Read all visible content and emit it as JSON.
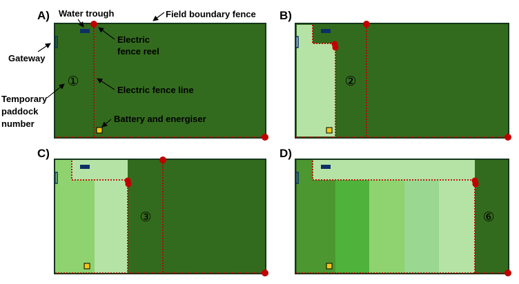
{
  "colors": {
    "dark_green": "#336b1e",
    "light_green": "#b5e3a6",
    "mid_green": "#8ed36f",
    "bright_green": "#4fb33b",
    "sage_green": "#9ad790",
    "medium_green": "#4c972f",
    "fence_red": "#c00000",
    "trough_blue": "#0d2f66",
    "energiser_yellow": "#f5c518"
  },
  "panels": [
    {
      "letter": "A)",
      "paddock_number": "①"
    },
    {
      "letter": "B)",
      "paddock_number": "②"
    },
    {
      "letter": "C)",
      "paddock_number": "③"
    },
    {
      "letter": "D)",
      "paddock_number": "⑥"
    }
  ],
  "labels": {
    "water_trough": "Water trough",
    "field_boundary_fence": "Field boundary fence",
    "electric_fence_reel_1": "Electric",
    "electric_fence_reel_2": "fence reel",
    "gateway": "Gateway",
    "electric_fence_line": "Electric fence line",
    "temporary_paddock_1": "Temporary",
    "temporary_paddock_2": "paddock",
    "temporary_paddock_3": "number",
    "battery_energiser": "Battery and energiser"
  }
}
